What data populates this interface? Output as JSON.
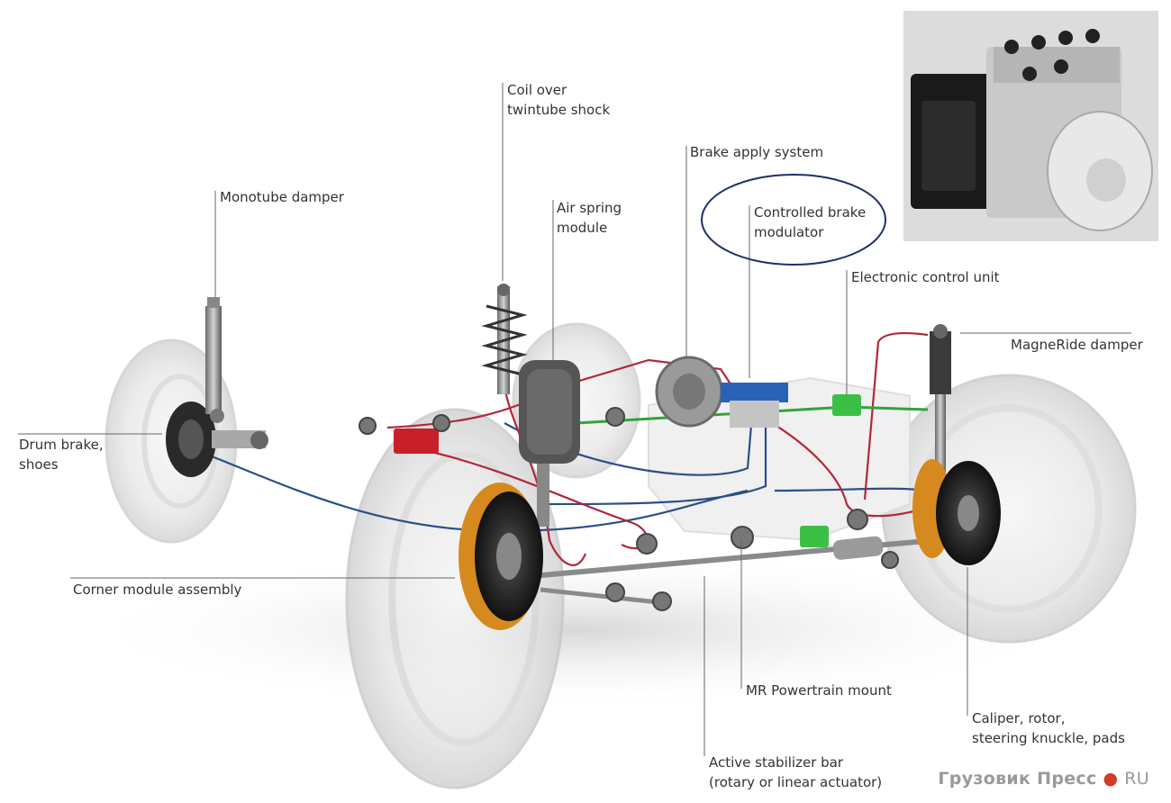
{
  "labels": {
    "monotube_damper": "Monotube damper",
    "coil_over_1": "Coil over",
    "coil_over_2": "twintube shock",
    "air_spring_1": "Air spring",
    "air_spring_2": "module",
    "brake_apply": "Brake apply system",
    "controlled_brake_1": "Controlled brake",
    "controlled_brake_2": "modulator",
    "ecu": "Electronic control unit",
    "magneride": "MagneRide damper",
    "drum_brake_1": "Drum brake,",
    "drum_brake_2": "shoes",
    "corner_module": "Corner module assembly",
    "mr_powertrain": "MR Powertrain mount",
    "caliper_1": "Caliper, rotor,",
    "caliper_2": "steering knuckle, pads",
    "stabilizer_1": "Active stabilizer bar",
    "stabilizer_2": "(rotary or linear actuator)"
  },
  "watermark": {
    "name": "Грузовик Пресс",
    "dot": "●",
    "tld": "RU"
  },
  "colors": {
    "brake_line_red": "#b0283a",
    "brake_line_blue": "#2a4f8a",
    "signal_line_green": "#2fa53a",
    "ecu_green": "#3cbf45",
    "callout_ellipse": "#1f2f6b",
    "red_module": "#c8202a",
    "rotor_orange": "#d6891e"
  },
  "icons": {
    "abs_unit_photo": "abs-hydraulic-unit-image"
  }
}
